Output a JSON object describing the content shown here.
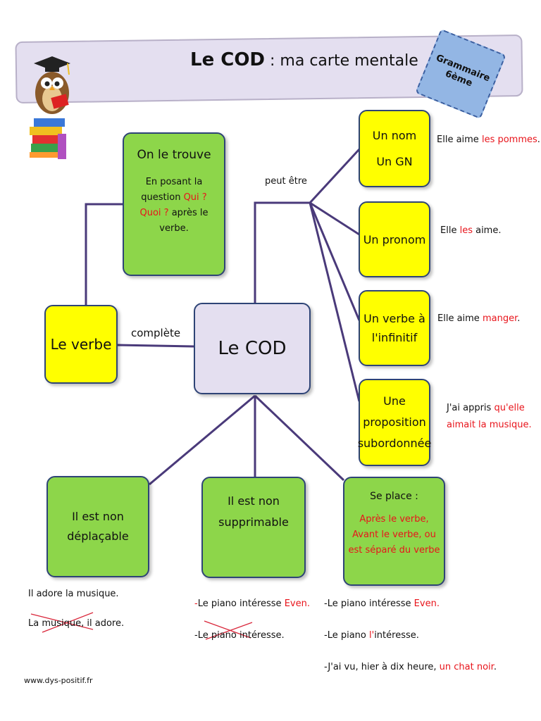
{
  "header": {
    "title_main": "Le COD",
    "title_rest": " : ma carte mentale",
    "tag_line1": "Grammaire",
    "tag_line2": "6ème"
  },
  "center": {
    "label": "Le COD"
  },
  "verbe": {
    "label": "Le verbe",
    "link": "complète"
  },
  "trouve": {
    "title": "On le trouve",
    "l1": "En posant la",
    "l2a": "question ",
    "l2b": "Qui ?",
    "l3a": "Quoi ?",
    "l3b": " après le",
    "l4": "verbe."
  },
  "peut_etre": "peut être",
  "nature": [
    {
      "line1": "Un nom",
      "line2": "Un GN",
      "ex_a": "Elle aime ",
      "ex_b": "les pommes",
      "ex_c": "."
    },
    {
      "line1": "Un pronom",
      "ex_a": "Elle ",
      "ex_b": "les",
      "ex_c": " aime."
    },
    {
      "line1": "Un verbe à",
      "line2": "l'infinitif",
      "ex_a": "Elle aime ",
      "ex_b": "manger",
      "ex_c": "."
    },
    {
      "line1": "Une",
      "line2": "proposition",
      "line3": "subordonnée",
      "ex_a": "J'ai appris ",
      "ex_b": "qu'elle",
      "ex_c": "aimait la musique."
    }
  ],
  "props": [
    {
      "line1": "Il est non",
      "line2": "déplaçable"
    },
    {
      "line1": "Il est non",
      "line2": "supprimable"
    },
    {
      "title": "Se place :",
      "line1": "Après le verbe,",
      "line2": "Avant le verbe, ou",
      "line3": "est séparé du verbe"
    }
  ],
  "examples_left": [
    "Il adore la musique.",
    "La musique, il adore."
  ],
  "examples_mid": {
    "e1a": "-",
    "e1b": "Le piano intéresse ",
    "e1c": "Even.",
    "e2": "-Le piano intéresse."
  },
  "examples_right": {
    "e1a": "-Le piano intéresse ",
    "e1b": "Even.",
    "e2a": "-Le piano ",
    "e2b": "l'",
    "e2c": "intéresse.",
    "e3a": "-J'ai vu, hier à dix heure, ",
    "e3b": "un chat noir",
    "e3c": "."
  },
  "footer": "www.dys-positif.fr",
  "colors": {
    "green": "#8dd64a",
    "yellow": "#ffff00",
    "lavender": "#e4dff0",
    "red": "#e8141b",
    "line": "#4a3a7a"
  }
}
